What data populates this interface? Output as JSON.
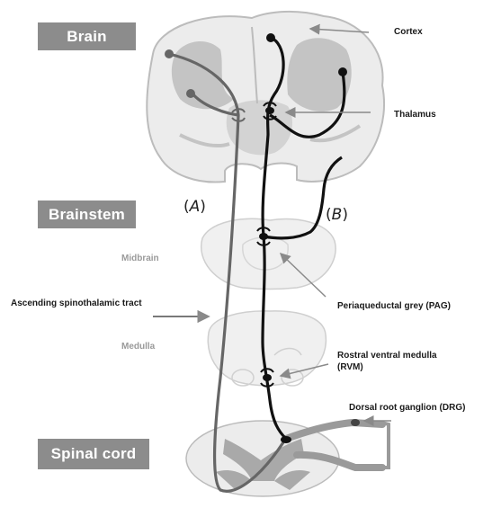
{
  "regions": {
    "brain": "Brain",
    "brainstem": "Brainstem",
    "spinal_cord": "Spinal cord"
  },
  "labels": {
    "cortex": "Cortex",
    "thalamus": "Thalamus",
    "midbrain": "Midbrain",
    "medulla": "Medulla",
    "spinothalamic": "Ascending spinothalamic tract",
    "pag": "Periaqueductal grey (PAG)",
    "rvm_line1": "Rostral ventral medulla",
    "rvm_line2": "(RVM)",
    "drg": "Dorsal root ganglion (DRG)"
  },
  "pathways": {
    "a_open": "(",
    "a_letter": "A",
    "a_close": ")",
    "b_open": "(",
    "b_letter": "B",
    "b_close": ")"
  },
  "colors": {
    "region_box": "#8c8c8c",
    "tissue_light": "#ececec",
    "tissue_dark": "#bdbdbd",
    "pathway_a": "#666666",
    "pathway_b": "#1a1a1a",
    "arrow": "#8a8a8a"
  }
}
